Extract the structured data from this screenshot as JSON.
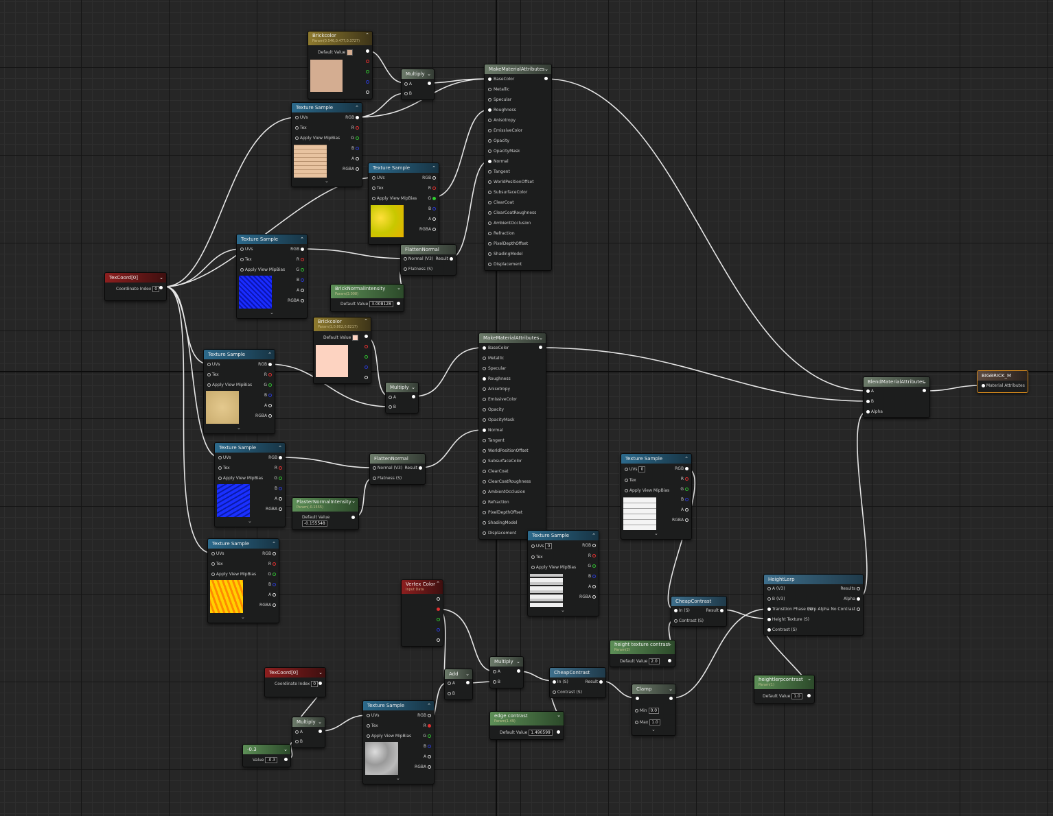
{
  "colors": {
    "brick1": "#d4ad91",
    "brick2": "#fdd3c1",
    "output_border": "#d88a1c"
  },
  "icons": [
    "chevron-down-icon",
    "expand-arrow-icon",
    "input-pin-icon",
    "output-pin-icon"
  ],
  "labels": {
    "uvs": "UVs",
    "tex": "Tex",
    "apply_view_mip_bias": "Apply View MipBias",
    "rgb": "RGB",
    "r": "R",
    "g": "G",
    "b": "B",
    "a": "A",
    "rgba": "RGBA",
    "a_pin": "A",
    "b_pin": "B",
    "alpha": "Alpha",
    "default_value": "Default Value",
    "coordinate_index": "Coordinate Index",
    "value": "Value",
    "normal_v3": "Normal (V3)",
    "result": "Result",
    "flatness_s": "Flatness (S)",
    "in_s": "In (S)",
    "contrast_s": "Contrast (S)",
    "min": "Min",
    "max": "Max",
    "material_attributes": "Material Attributes"
  },
  "attributes": [
    "BaseColor",
    "Metallic",
    "Specular",
    "Roughness",
    "Anisotropy",
    "EmissiveColor",
    "Opacity",
    "OpacityMask",
    "Normal",
    "Tangent",
    "WorldPositionOffset",
    "SubsurfaceColor",
    "ClearCoat",
    "ClearCoatRoughness",
    "AmbientOcclusion",
    "Refraction",
    "PixelDepthOffset",
    "ShadingModel",
    "Displacement"
  ],
  "nodes": {
    "texcoord1": {
      "title": "TexCoord[0]",
      "index": "0"
    },
    "texcoord2": {
      "title": "TexCoord[0]",
      "index": "0"
    },
    "texsample": {
      "title": "Texture Sample"
    },
    "brick1": {
      "title": "Brickcolor",
      "sub": "Param(0.546,0.477,0.3727)"
    },
    "brick2": {
      "title": "Brickcolor",
      "sub": "Param(1,0.802,0.8217)"
    },
    "multiply": {
      "title": "Multiply"
    },
    "mma": {
      "title": "MakeMaterialAttributes"
    },
    "flatten": {
      "title": "FlattenNormal"
    },
    "bni": {
      "title": "BrickNormalIntensity",
      "sub": "Param(3.008)",
      "value": "3.008128"
    },
    "pni": {
      "title": "PlasterNormalIntensity",
      "sub": "Param(-0.1555)",
      "value": "-0.155548"
    },
    "blend": {
      "title": "BlendMaterialAttributes"
    },
    "output": {
      "title": "BIGBRICK_M"
    },
    "vertex": {
      "title": "Vertex Color",
      "sub": "Input Data"
    },
    "add": {
      "title": "Add"
    },
    "cheap": {
      "title": "CheapContrast"
    },
    "clamp": {
      "title": "Clamp",
      "min": "0.0",
      "max": "1.0"
    },
    "htc": {
      "title": "height texture contrast",
      "sub": "Param(2)",
      "value": "2.0"
    },
    "edge": {
      "title": "edge contrast",
      "sub": "Param(1.49)",
      "value": "1.490599"
    },
    "hlc": {
      "title": "heightlerpcontrast",
      "sub": "Param(1)",
      "value": "1.0"
    },
    "hlerp": {
      "title": "HeightLerp",
      "a": "A (V3)",
      "b": "B (V3)",
      "tp": "Transition Phase (S)",
      "ht": "Height Texture (S)",
      "c": "Contrast (S)",
      "results": "Results",
      "alpha": "Alpha",
      "lanc": "Lerp Alpha No Contrast"
    },
    "const": {
      "title": "-0.3",
      "value": "-0.3"
    },
    "uv_index": "0"
  }
}
